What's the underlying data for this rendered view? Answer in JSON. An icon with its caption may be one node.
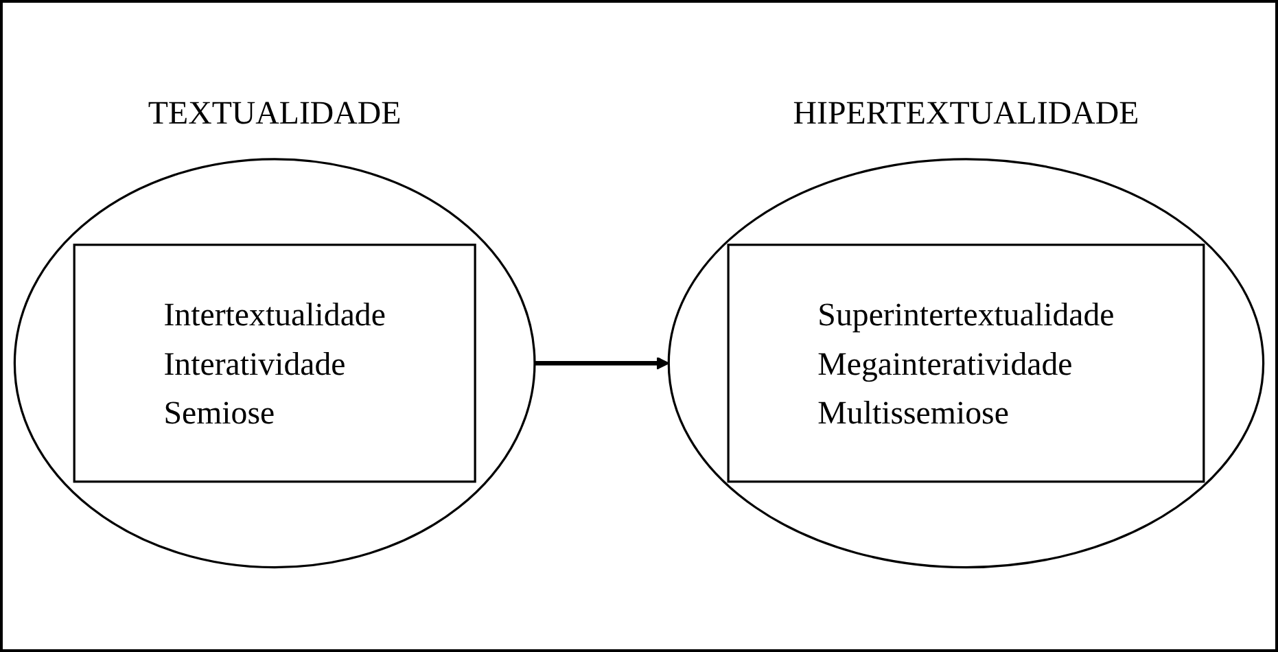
{
  "diagram": {
    "nodes": [
      {
        "text": [
          "TEXTUALIDADE"
        ]
      },
      {
        "text": [
          "Intertextualidade",
          "Interatividade",
          "Semiose"
        ],
        "in": 0
      },
      {
        "text": [
          "HIPERTEXTUALIDADE"
        ]
      },
      {
        "text": [
          "Superintertextualidade",
          "Megainteratividade",
          "Multissemiose"
        ],
        "in": 2
      }
    ],
    "edges": [
      {
        "from": 0,
        "to": 2,
        "arrow": "to"
      }
    ]
  }
}
